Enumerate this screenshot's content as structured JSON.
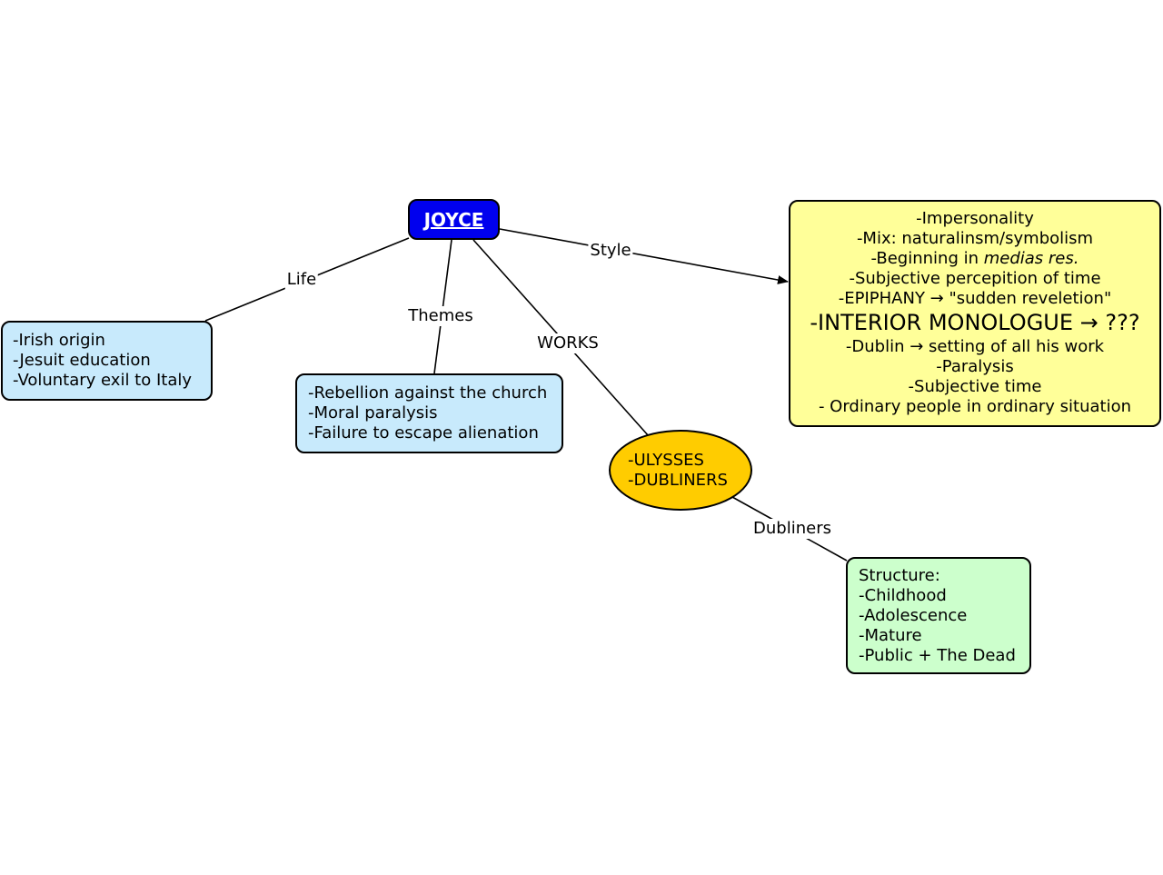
{
  "root": {
    "label": "JOYCE"
  },
  "life": {
    "link_label": "Life",
    "lines": [
      "-Irish origin",
      "-Jesuit education",
      "-Voluntary exil to Italy"
    ]
  },
  "themes": {
    "link_label": "Themes",
    "lines": [
      "-Rebellion against the church",
      "-Moral paralysis",
      "-Failure to escape alienation"
    ]
  },
  "works": {
    "link_label": "WORKS",
    "lines": [
      "-ULYSSES",
      "-DUBLINERS"
    ]
  },
  "style": {
    "link_label": "Style",
    "lines": [
      "-Impersonality",
      "-Mix: naturalinsm/symbolism",
      {
        "prefix": "-Beginning in ",
        "italic": "medias res."
      },
      "-Subjective percepition of time",
      "-EPIPHANY → \"sudden reveletion\"",
      "-INTERIOR MONOLOGUE → ???",
      "-Dublin → setting of all his work",
      "-Paralysis",
      "-Subjective time",
      "- Ordinary people in ordinary situation"
    ]
  },
  "dubliners": {
    "link_label": "Dubliners",
    "lines": [
      "Structure:",
      "-Childhood",
      "-Adolescence",
      "-Mature",
      "-Public + The Dead"
    ]
  },
  "colors": {
    "root_fill": "#0000ee",
    "root_text": "#ffffff",
    "life_fill": "#c8eafc",
    "themes_fill": "#c8eafc",
    "works_fill": "#ffcc00",
    "style_fill": "#ffff99",
    "dubliners_fill": "#ccffcc"
  }
}
